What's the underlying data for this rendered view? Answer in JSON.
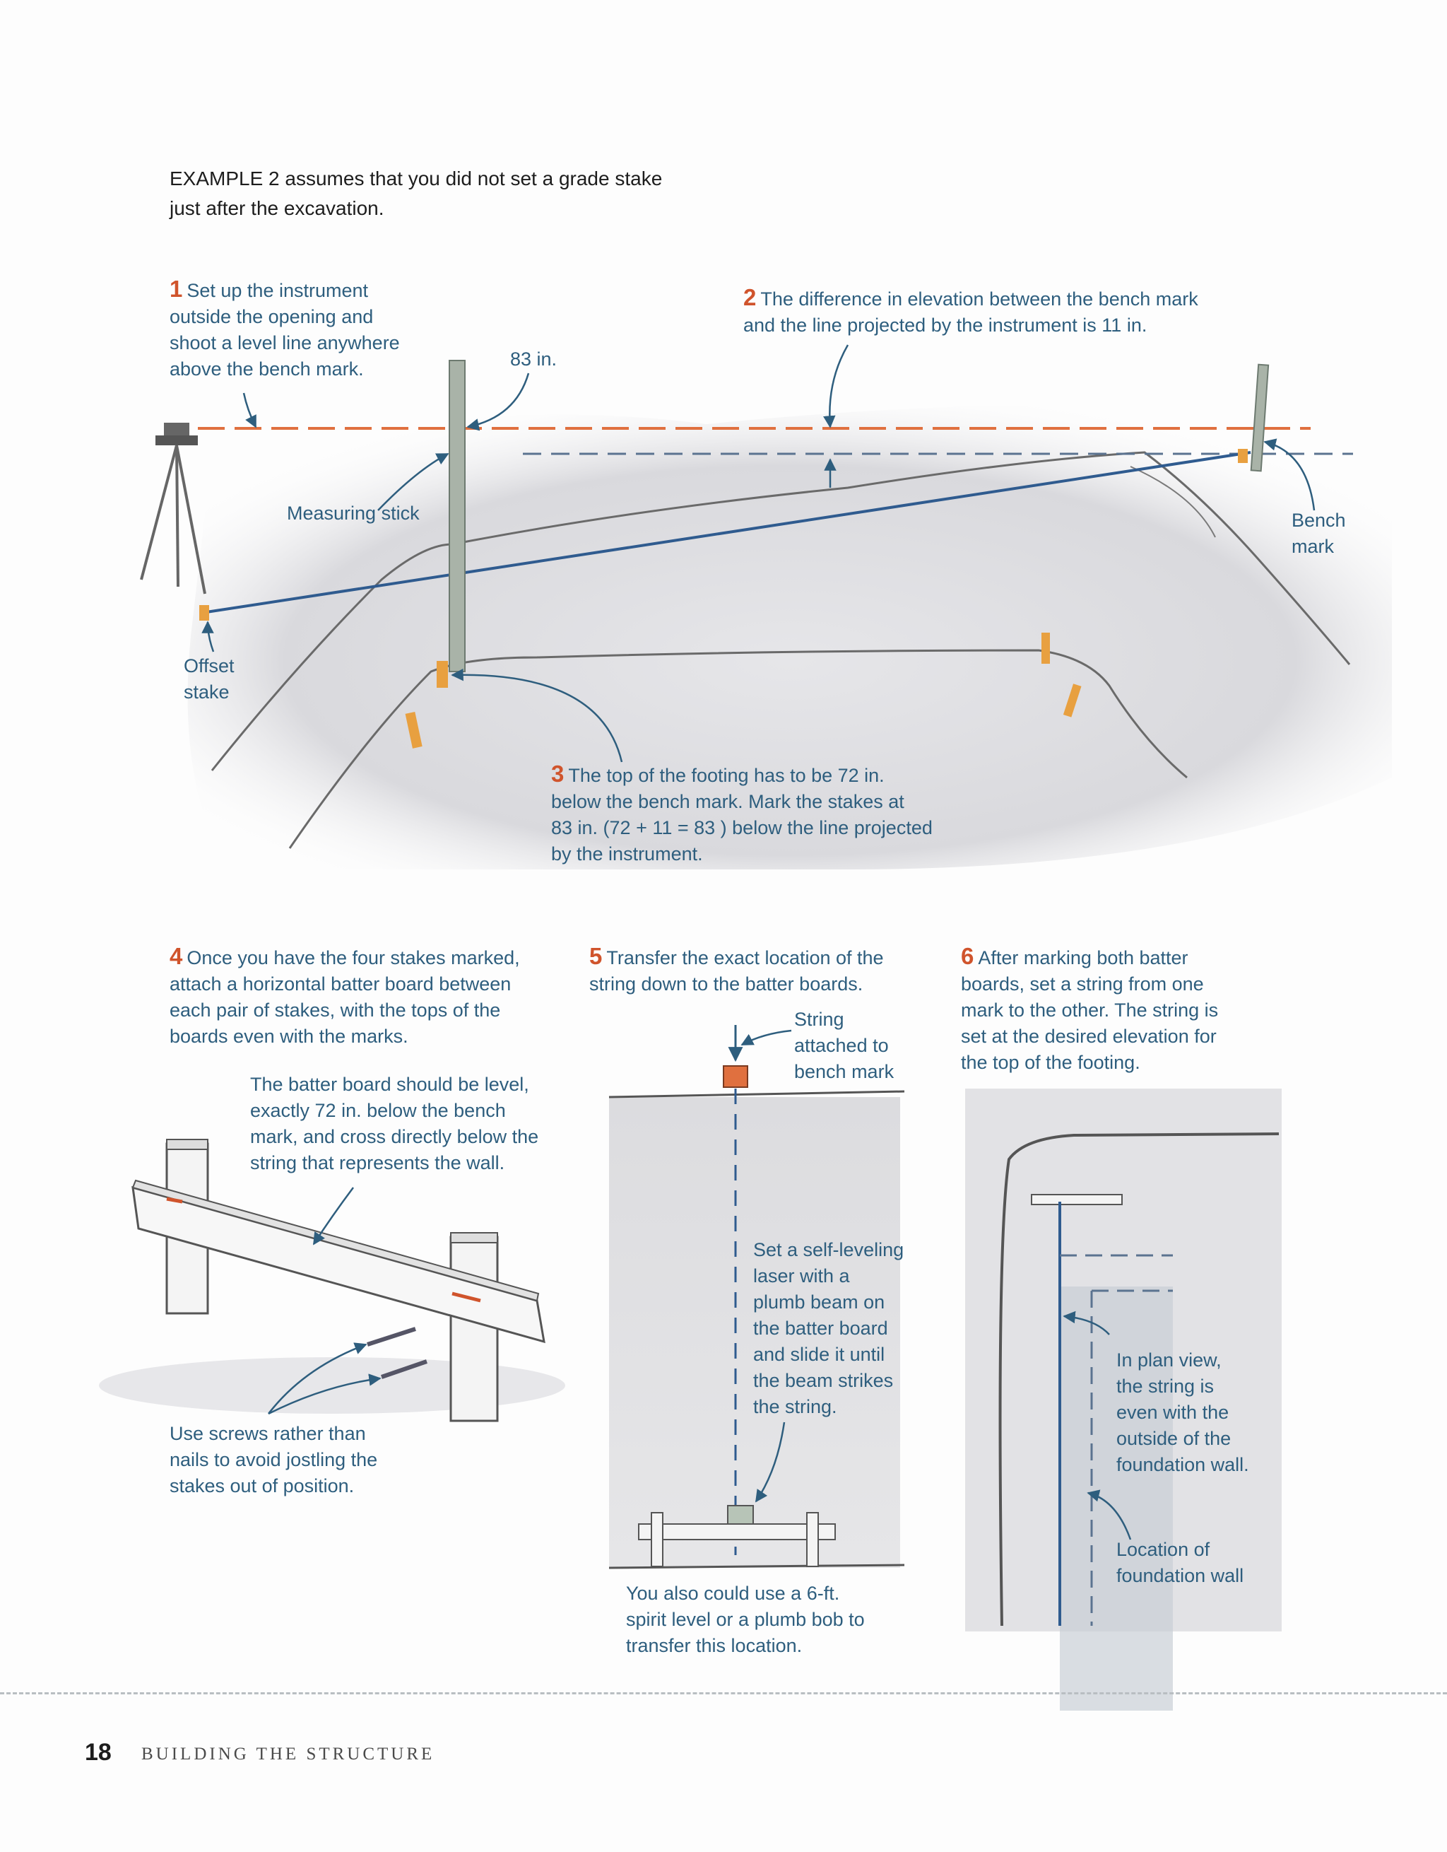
{
  "intro": {
    "line1": "EXAMPLE 2 assumes that you did not set a grade stake",
    "line2": "just after the excavation."
  },
  "steps": {
    "s1": {
      "num": "1",
      "lines": [
        "Set up the instrument",
        "outside the opening and",
        "shoot a level line anywhere",
        "above the bench mark."
      ]
    },
    "s2": {
      "num": "2",
      "lines": [
        "The difference in elevation between the bench mark",
        "and the line projected by the instrument is 11 in."
      ]
    },
    "s3": {
      "num": "3",
      "lines": [
        "The top of the footing has to be 72 in.",
        "below the bench mark. Mark the stakes at",
        "83 in. (72 + 11 = 83 ) below the line projected",
        "by the instrument."
      ]
    },
    "s4": {
      "num": "4",
      "lines": [
        "Once you have the four stakes marked,",
        "attach a horizontal batter board between",
        "each pair of stakes, with the tops of the",
        "boards even with the marks."
      ]
    },
    "s5": {
      "num": "5",
      "lines": [
        "Transfer the exact location of the",
        "string down to the batter boards."
      ]
    },
    "s6": {
      "num": "6",
      "lines": [
        "After marking both batter",
        "boards, set a string from one",
        "mark to the other. The string is",
        "set at the desired elevation for",
        "the top of the footing."
      ]
    }
  },
  "labels": {
    "measure_83": "83 in.",
    "measuring_stick": "Measuring stick",
    "bench_mark": [
      "Bench",
      "mark"
    ],
    "offset_stake": [
      "Offset",
      "stake"
    ],
    "batter_level": [
      "The batter board should be level,",
      "exactly 72 in. below the bench",
      "mark, and cross directly below the",
      "string that represents the wall."
    ],
    "screws": [
      "Use screws rather than",
      "nails to avoid jostling the",
      "stakes out of position."
    ],
    "string_attached": [
      "String",
      "attached to",
      "bench mark"
    ],
    "laser": [
      "Set a self-leveling",
      "laser with a",
      "plumb beam on",
      "the batter board",
      "and slide it until",
      "the beam strikes",
      "the string."
    ],
    "spirit_level": [
      "You also could use a 6-ft.",
      "spirit level or a plumb bob to",
      "transfer this location."
    ],
    "plan_view": [
      "In plan view,",
      "the string is",
      "even with the",
      "outside of the",
      "foundation wall."
    ],
    "wall_location": [
      "Location of",
      "foundation wall"
    ]
  },
  "footer": {
    "page_number": "18",
    "running_head": "BUILDING THE STRUCTURE"
  },
  "colors": {
    "caption_blue": "#2e5e7e",
    "step_orange": "#d0542c",
    "string_blue": "#2f5b8f",
    "level_line_orange": "#e0703f",
    "stake_orange": "#e8a040"
  }
}
